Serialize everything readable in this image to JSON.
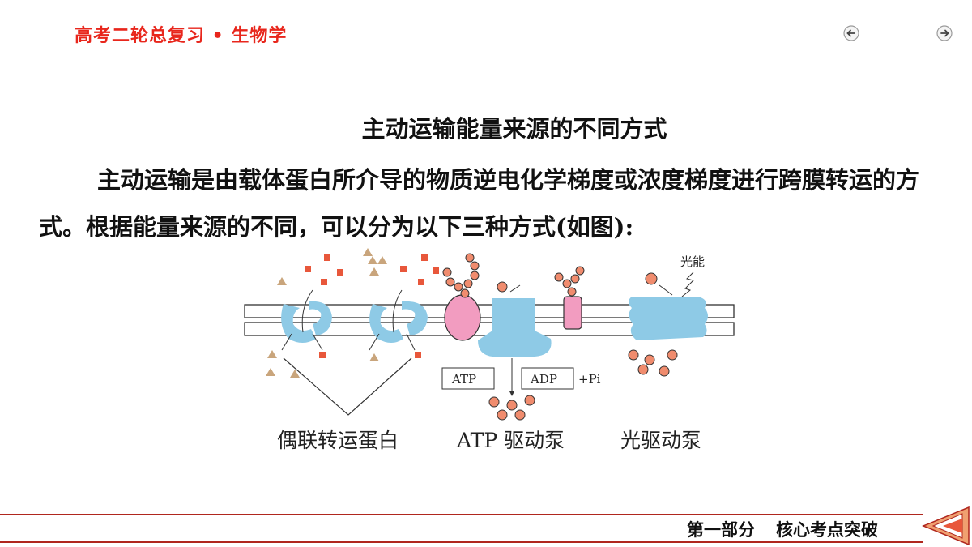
{
  "header": {
    "title": "高考二轮总复习 • 生物学"
  },
  "nav": {
    "prev": "previous-page",
    "next": "next-page"
  },
  "content": {
    "title": "主动运输能量来源的不同方式",
    "paragraph": "主动运输是由载体蛋白所介导的物质逆电化学梯度或浓度梯度进行跨膜转运的方式。根据能量来源的不同，可以分为以下三种方式(如图):"
  },
  "figure": {
    "labels": {
      "coupled": "偶联转运蛋白",
      "atp_pump": "ATP 驱动泵",
      "light_pump": "光驱动泵",
      "light_energy": "光能",
      "atp": "ATP",
      "adp": "ADP",
      "pi": "+Pi"
    },
    "colors": {
      "protein_blue": "#8ecae6",
      "protein_pink": "#f29cc0",
      "square_red": "#e8573b",
      "triangle_tan": "#c9a57c",
      "circle_salmon": "#f08c6e"
    }
  },
  "footer": {
    "part": "第一部分",
    "section": "核心考点突破"
  }
}
